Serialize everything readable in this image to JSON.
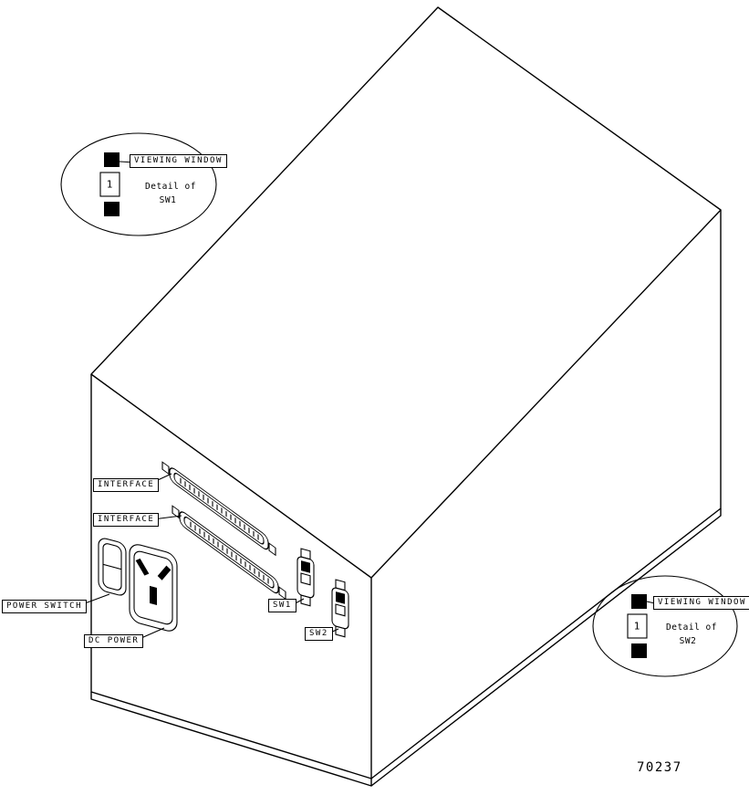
{
  "figure": {
    "number": "70237"
  },
  "panel_labels": {
    "interface_top": "INTERFACE",
    "interface_bottom": "INTERFACE",
    "power_switch": "POWER SWITCH",
    "dc_power": "DC POWER",
    "sw1": "SW1",
    "sw2": "SW2"
  },
  "callouts": {
    "sw1_detail": {
      "window_label": "VIEWING WINDOW",
      "caption_line1": "Detail of",
      "caption_line2": "SW1",
      "window_value": "1"
    },
    "sw2_detail": {
      "window_label": "VIEWING WINDOW",
      "caption_line1": "Detail of",
      "caption_line2": "SW2",
      "window_value": "1"
    }
  }
}
